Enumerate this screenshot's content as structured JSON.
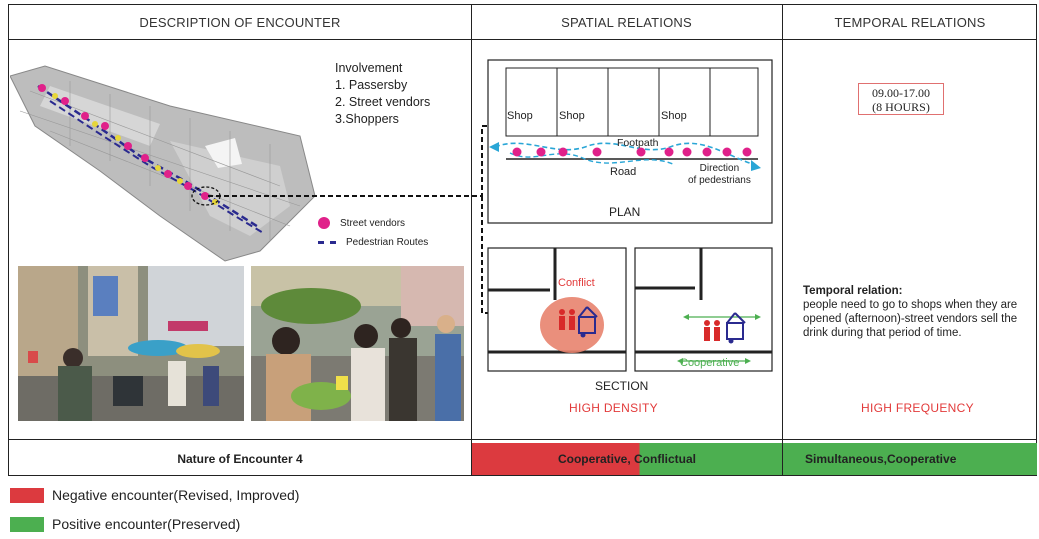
{
  "headers": {
    "description": "DESCRIPTION OF ENCOUNTER",
    "spatial": "SPATIAL RELATIONS",
    "temporal": "TEMPORAL RELATIONS"
  },
  "involvement": {
    "title": "Involvement",
    "items": [
      "1. Passersby",
      "2. Street vendors",
      "3.Shoppers"
    ]
  },
  "map_legend": {
    "vendors": "Street vendors",
    "routes": "Pedestrian Routes"
  },
  "plan": {
    "shops": [
      "Shop",
      "Shop",
      "Shop"
    ],
    "footpath": "Footpath",
    "road": "Road",
    "direction_line1": "Direction",
    "direction_line2": "of pedestrians",
    "caption": "PLAN"
  },
  "section": {
    "conflict": "Conflict",
    "cooperative": "Cooperative",
    "caption": "SECTION",
    "density": "HIGH DENSITY"
  },
  "time": {
    "hours": "09.00-17.00",
    "duration": "(8 HOURS)"
  },
  "temporal_text": {
    "title": "Temporal relation:",
    "body": "people need to go to shops when they are opened (afternoon)-street vendors sell the drink during that period of time."
  },
  "frequency": "HIGH FREQUENCY",
  "footer": {
    "nature": "Nature of Encounter 4",
    "spatial_result": "Cooperative, Conflictual",
    "temporal_result": "Simultaneous,Cooperative"
  },
  "legend": {
    "negative": "Negative encounter(Revised, Improved)",
    "positive": "Positive encounter(Preserved)"
  },
  "colors": {
    "negative": "#dc3a3f",
    "positive": "#4caf50",
    "vendor": "#e0218a",
    "route": "#2a2a8f",
    "flow": "#2aa6d6",
    "conflict_zone": "#e8836e"
  }
}
